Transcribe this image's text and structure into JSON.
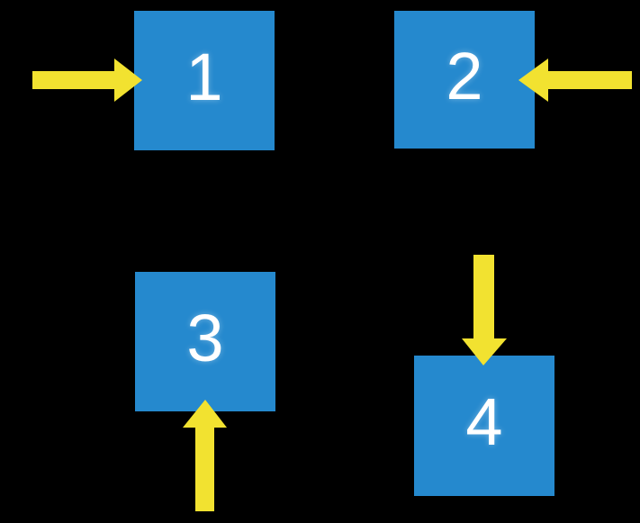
{
  "colors": {
    "background": "#000000",
    "box": "#2589CE",
    "arrow": "#F2E230",
    "label": "#FFFFFF"
  },
  "boxes": [
    {
      "label": "1"
    },
    {
      "label": "2"
    },
    {
      "label": "3"
    },
    {
      "label": "4"
    }
  ],
  "arrows": [
    {
      "name": "arrow-right-icon",
      "direction": "right",
      "points_to_box": "1"
    },
    {
      "name": "arrow-left-icon",
      "direction": "left",
      "points_to_box": "2"
    },
    {
      "name": "arrow-up-icon",
      "direction": "up",
      "points_to_box": "3"
    },
    {
      "name": "arrow-down-icon",
      "direction": "down",
      "points_to_box": "4"
    }
  ]
}
